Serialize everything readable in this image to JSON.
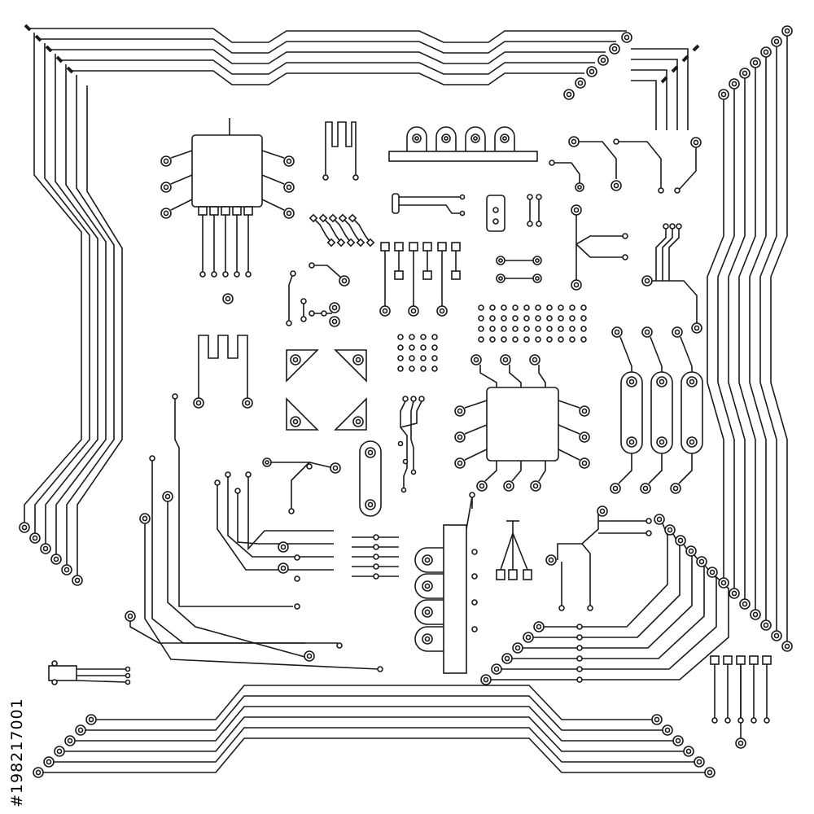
{
  "title": "",
  "colors": {
    "trace": "#1a1a1a",
    "background": "#ffffff",
    "watermark_text": "#333333"
  },
  "watermark": {
    "id": "#198217001"
  },
  "components": {
    "chip_top_left": {
      "kind": "ic-chip-with-top-pins"
    },
    "chip_center": {
      "kind": "ic-chip-square"
    },
    "comb_top": {
      "kind": "connector-comb"
    },
    "pad_grid_large": {
      "kind": "via-grid",
      "rows": 4,
      "cols": 10
    },
    "pad_grid_small": {
      "kind": "via-grid",
      "rows": 4,
      "cols": 4
    },
    "bus_lines": {
      "kind": "parallel-bus",
      "sides": [
        "top",
        "left",
        "right",
        "bottom"
      ]
    },
    "vertical_connector": {
      "kind": "edge-connector",
      "pads": 4
    },
    "diamond_pads": {
      "kind": "corner-pads",
      "count": 4
    }
  }
}
